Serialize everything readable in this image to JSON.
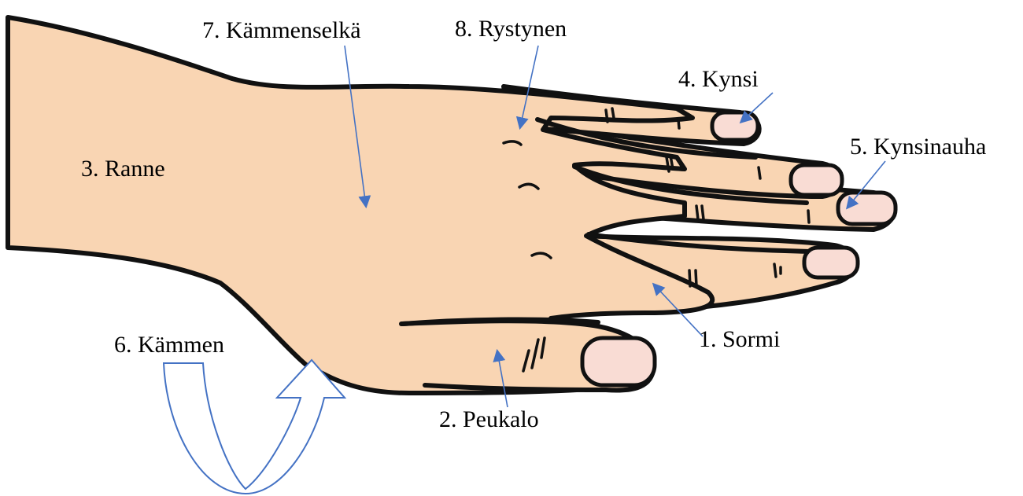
{
  "colors": {
    "skin": "#f9d5b3",
    "outline": "#111111",
    "nail": "#f9dcd4",
    "pointer": "#4472c4"
  },
  "labels": {
    "sormi": "1. Sormi",
    "peukalo": "2. Peukalo",
    "ranne": "3. Ranne",
    "kynsi": "4. Kynsi",
    "kynsinauha": "5. Kynsinauha",
    "kammen": "6. Kämmen",
    "kammenselka": "7. Kämmenselkä",
    "rystynen": "8. Rystynen"
  },
  "icons": {
    "rotation": "curved-arrow-icon"
  }
}
